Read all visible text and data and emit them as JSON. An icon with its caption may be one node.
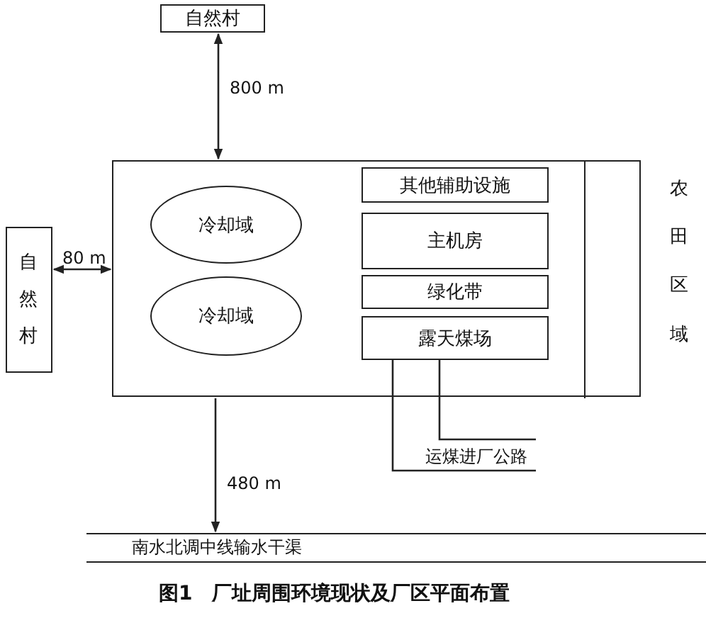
{
  "diagram": {
    "caption": "图1　厂址周围环境现状及厂区平面布置",
    "nodes": [
      {
        "text": [
          "自然村"
        ]
      },
      {
        "text": [],
        "shape": "box"
      },
      {
        "text": [
          "冷却域"
        ],
        "in": 1
      },
      {
        "text": [
          "冷却域"
        ],
        "in": 1
      },
      {
        "text": [
          "其他辅助设施"
        ],
        "in": 1
      },
      {
        "text": [
          "主机房"
        ],
        "in": 1
      },
      {
        "text": [
          "绿化带"
        ],
        "in": 1
      },
      {
        "text": [
          "露天煤场"
        ],
        "in": 1
      },
      {
        "text": [
          "农田区域"
        ],
        "in": 1
      },
      {
        "text": [
          "自然村"
        ]
      },
      {
        "text": [
          "南水北调中线输水干渠"
        ]
      }
    ],
    "edges": [
      {
        "from": 0,
        "to": 1,
        "arrow": "both",
        "label": "800 m"
      },
      {
        "from": 9,
        "to": 1,
        "arrow": "both",
        "label": "80 m"
      },
      {
        "from": 1,
        "to": 10,
        "arrow": "to",
        "label": "480 m"
      }
    ],
    "labels": [
      "运煤进厂公路"
    ]
  }
}
